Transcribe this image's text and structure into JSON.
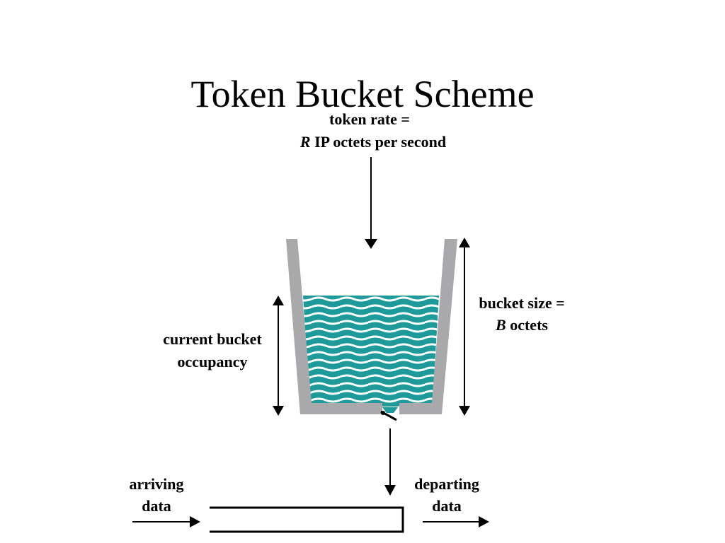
{
  "slide": {
    "title": "Token Bucket Scheme"
  },
  "diagram": {
    "token_rate_line1": "token rate =",
    "token_rate_var": "R",
    "token_rate_line2_rest": " IP octets per second",
    "bucket_size_line1": "bucket size =",
    "bucket_size_var": "B",
    "bucket_size_line2_rest": " octets",
    "occupancy_line1": "current bucket",
    "occupancy_line2": "occupancy",
    "arriving_line1": "arriving",
    "arriving_line2": "data",
    "departing_line1": "departing",
    "departing_line2": "data"
  },
  "colors": {
    "bucket_wall": "#a9a9ab",
    "water": "#1f9a9a",
    "water_stripe": "#ffffff",
    "ink": "#000000",
    "background": "#ffffff"
  }
}
